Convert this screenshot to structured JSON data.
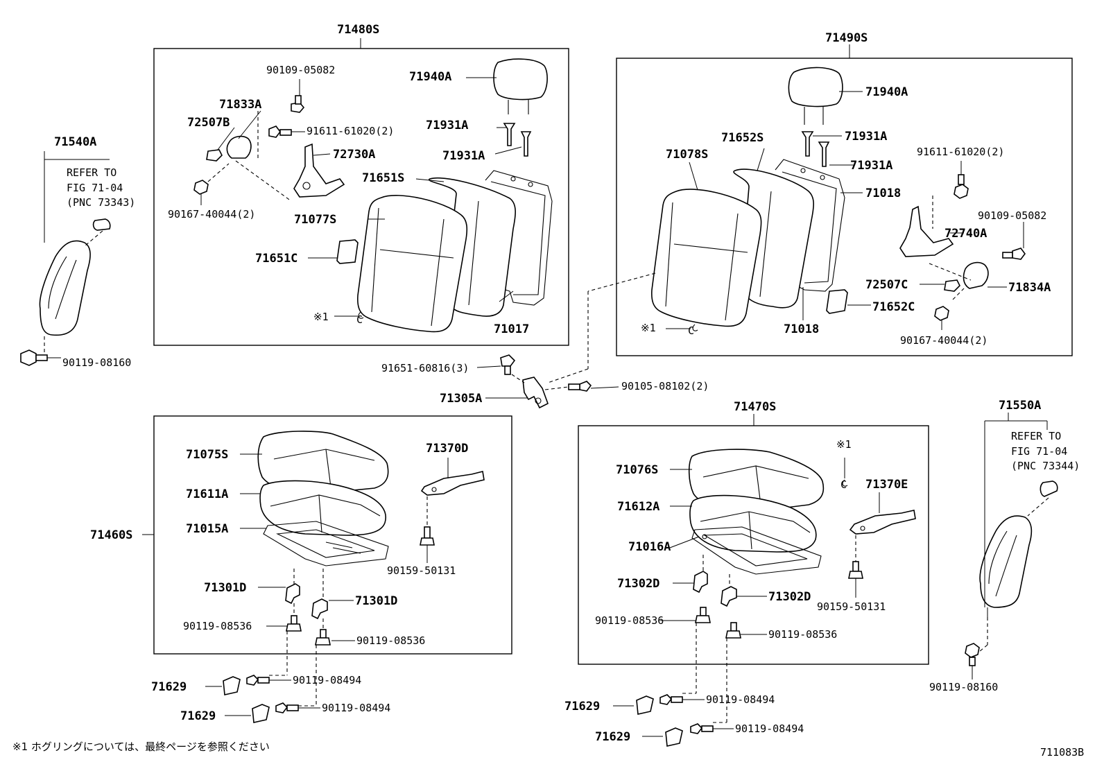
{
  "labels": {
    "l71480S": "71480S",
    "l71490S": "71490S",
    "l71540A": "71540A",
    "refer1a": "REFER TO",
    "refer1b": "FIG 71-04",
    "refer1c": "(PNC 73343)",
    "l90119_08160a": "90119-08160",
    "l90109_05082a": "90109-05082",
    "l71833A": "71833A",
    "l72507B": "72507B",
    "l91611_61020a": "91611-61020(2)",
    "l72730A": "72730A",
    "l90167_40044a": "90167-40044(2)",
    "l71940Aa": "71940A",
    "l71931Aa1": "71931A",
    "l71931Aa2": "71931A",
    "l71651S": "71651S",
    "l71077S": "71077S",
    "l71651C": "71651C",
    "mark1a": "※1",
    "cmark1a": "C",
    "l71017": "71017",
    "l71940Ab": "71940A",
    "l71931Ab1": "71931A",
    "l71931Ab2": "71931A",
    "l71652S": "71652S",
    "l71078S": "71078S",
    "l71018a": "71018",
    "l91611_61020b": "91611-61020(2)",
    "l90109_05082b": "90109-05082",
    "l72740A": "72740A",
    "l72507C": "72507C",
    "l71834A": "71834A",
    "l71652C": "71652C",
    "l71018b": "71018",
    "mark1b": "※1",
    "cmark1b": "C",
    "l90167_40044b": "90167-40044(2)",
    "l91651_60816": "91651-60816(3)",
    "l90105_08102": "90105-08102(2)",
    "l71305A": "71305A",
    "l71470S": "71470S",
    "l71550A": "71550A",
    "refer2a": "REFER TO",
    "refer2b": "FIG 71-04",
    "refer2c": "(PNC 73344)",
    "l71075S": "71075S",
    "l71611A": "71611A",
    "l71015A": "71015A",
    "l71460S": "71460S",
    "l71370D": "71370D",
    "l90159_50131a": "90159-50131",
    "l71301Da": "71301D",
    "l71301Db": "71301D",
    "l90119_08536a": "90119-08536",
    "l90119_08536b": "90119-08536",
    "l71629a": "71629",
    "l90119_08494a": "90119-08494",
    "l71629b": "71629",
    "l90119_08494b": "90119-08494",
    "l71076S": "71076S",
    "l71612A": "71612A",
    "l71016A": "71016A",
    "mark1c": "※1",
    "cmark1c": "C",
    "l71370E": "71370E",
    "l71302Da": "71302D",
    "l71302Db": "71302D",
    "l90159_50131b": "90159-50131",
    "l90119_08536c": "90119-08536",
    "l90119_08536d": "90119-08536",
    "l71629c": "71629",
    "l90119_08494c": "90119-08494",
    "l71629d": "71629",
    "l90119_08494d": "90119-08494",
    "l90119_08160b": "90119-08160",
    "footnote": "※1 ホグリングについては、最終ページを参照ください",
    "figid": "711083B"
  }
}
